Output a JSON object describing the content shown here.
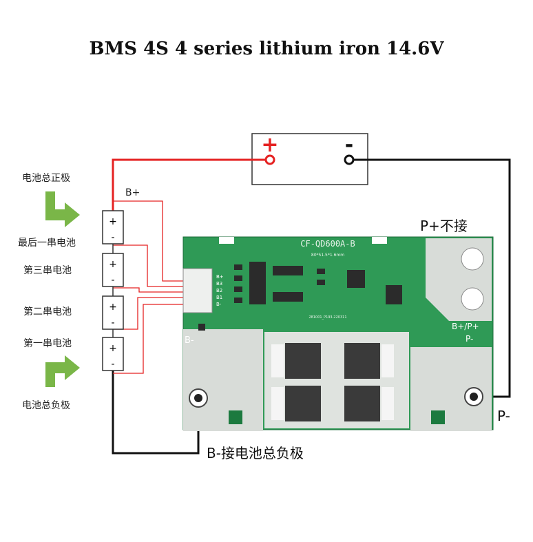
{
  "title": "BMS 4S 4 series lithium iron 14.6V",
  "load": {
    "plus": "+",
    "minus": "-"
  },
  "cells": [
    {
      "label": "最后一串电池",
      "plus": "+",
      "minus": "-"
    },
    {
      "label": "第三串电池",
      "plus": "+",
      "minus": "-"
    },
    {
      "label": "第二串电池",
      "plus": "+",
      "minus": "-"
    },
    {
      "label": "第一串电池",
      "plus": "+",
      "minus": "-"
    }
  ],
  "labels": {
    "pack_positive": "电池总正极",
    "pack_negative": "电池总负极",
    "b_plus": "B+",
    "p_plus_note": "P+不接",
    "b_minus_note": "B-接电池总负极",
    "p_minus": "P-"
  },
  "board": {
    "model": "CF-QD600A-B",
    "dims": "80*51.5*1.6mm",
    "serial": "281001_P193-220311",
    "connector_pins": [
      "B+",
      "B3",
      "B2",
      "B1",
      "B-"
    ],
    "pad_b_minus": "B-",
    "pad_bp_pp": "B+/P+",
    "pad_p_minus": "P-"
  },
  "colors": {
    "wire_red": "#e52222",
    "wire_black": "#111111",
    "pcb_green": "#2f9a56",
    "arrow_green": "#7ab648"
  }
}
